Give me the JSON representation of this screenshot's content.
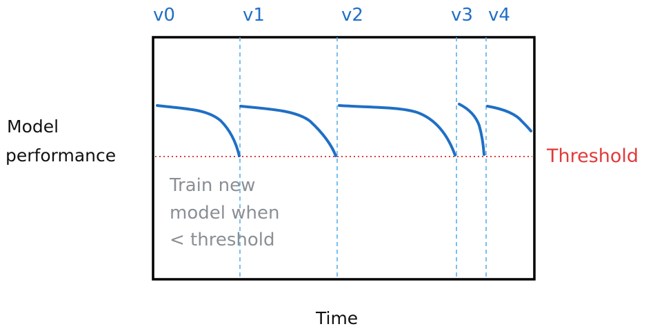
{
  "axes": {
    "y_label_lines": [
      "Model",
      "performance"
    ],
    "x_label": "Time"
  },
  "versions": [
    "v0",
    "v1",
    "v2",
    "v3",
    "v4"
  ],
  "threshold": {
    "label": "Threshold"
  },
  "annotation": {
    "lines": [
      "Train new",
      "model when",
      "< threshold"
    ]
  },
  "colors": {
    "curve": "#1f6fc5",
    "version_label": "#1f6fc5",
    "version_divider": "#5aaeea",
    "threshold": "#e03a3a",
    "frame": "#000000",
    "annotation": "#8a8f95",
    "text": "#111111"
  },
  "icons": []
}
